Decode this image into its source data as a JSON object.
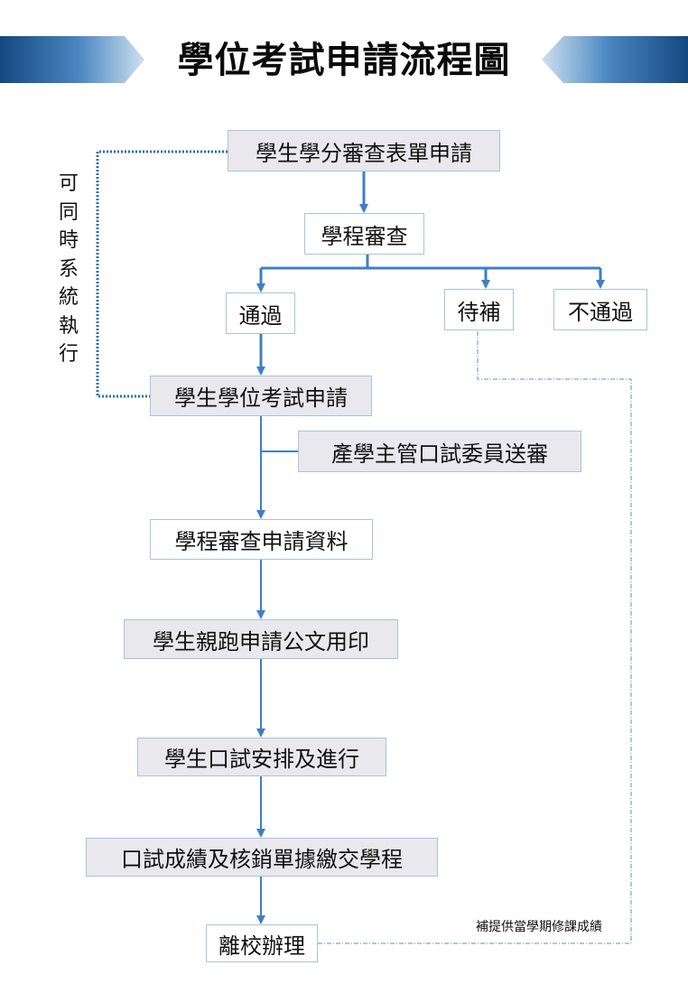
{
  "title": "學位考試申請流程圖",
  "side_note": [
    "可",
    "同",
    "時",
    "系",
    "統",
    "執",
    "行"
  ],
  "note": "補提供當學期修課成績",
  "nodes": {
    "credit_review_form": "學生學分審查表單申請",
    "program_review": "學程審查",
    "pass": "通過",
    "pending": "待補",
    "fail": "不通過",
    "degree_exam_application": "學生學位考試申請",
    "committee_submission": "產學主管口試委員送審",
    "program_review_materials": "學程審查申請資料",
    "official_seal": "學生親跑申請公文用印",
    "exam_arrangement": "學生口試安排及進行",
    "submit_scores": "口試成績及核銷單據繳交學程",
    "leave_school": "離校辦理"
  },
  "colors": {
    "arrow": "#3f7fc4",
    "node_gray": "#e9e8ec",
    "node_border": "#a9c3e2",
    "dotted_link": "#2e6fa8",
    "banner_dark": "#13487f",
    "banner_light": "#cfe0f1"
  }
}
